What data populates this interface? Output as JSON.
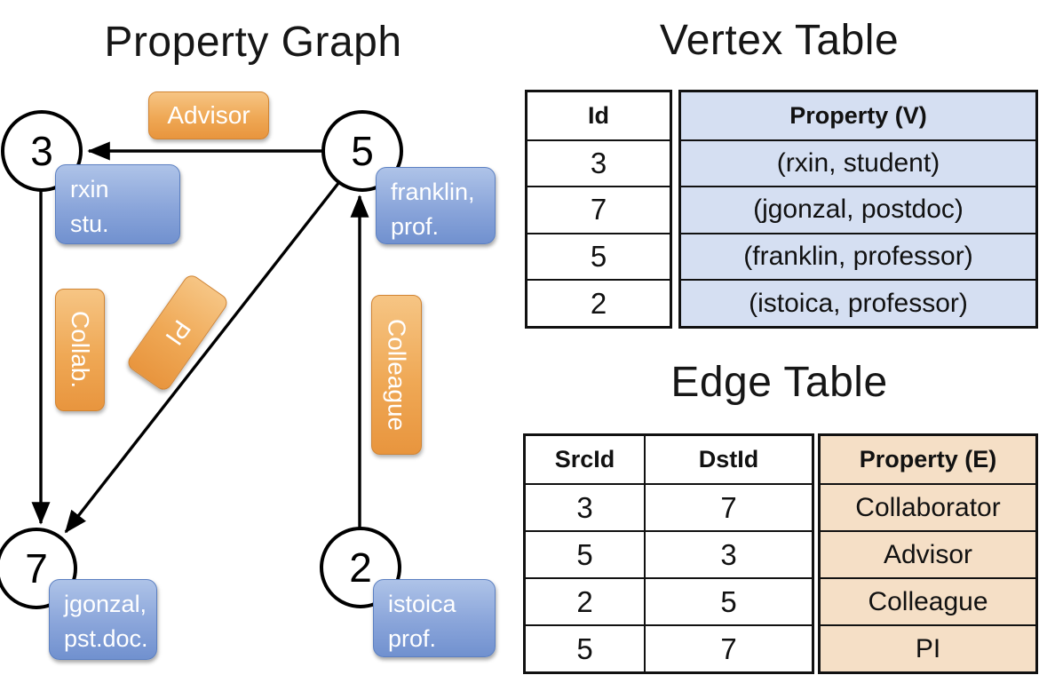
{
  "graph": {
    "title": "Property Graph",
    "nodes": [
      {
        "id": "3",
        "box_line1": "rxin",
        "box_line2": "stu."
      },
      {
        "id": "5",
        "box_line1": "franklin,",
        "box_line2": "prof."
      },
      {
        "id": "7",
        "box_line1": "jgonzal,",
        "box_line2": "pst.doc."
      },
      {
        "id": "2",
        "box_line1": "istoica",
        "box_line2": "prof."
      }
    ],
    "edge_labels": {
      "advisor": "Advisor",
      "collab": "Collab.",
      "pi": "PI",
      "colleague": "Colleague"
    }
  },
  "vertex_table": {
    "title": "Vertex Table",
    "columns": {
      "id": "Id",
      "property": "Property (V)"
    },
    "rows": [
      {
        "id": "3",
        "property": "(rxin, student)"
      },
      {
        "id": "7",
        "property": "(jgonzal, postdoc)"
      },
      {
        "id": "5",
        "property": "(franklin, professor)"
      },
      {
        "id": "2",
        "property": "(istoica, professor)"
      }
    ]
  },
  "edge_table": {
    "title": "Edge Table",
    "columns": {
      "src": "SrcId",
      "dst": "DstId",
      "property": "Property (E)"
    },
    "rows": [
      {
        "src": "3",
        "dst": "7",
        "property": "Collaborator"
      },
      {
        "src": "5",
        "dst": "3",
        "property": "Advisor"
      },
      {
        "src": "2",
        "dst": "5",
        "property": "Colleague"
      },
      {
        "src": "5",
        "dst": "7",
        "property": "PI"
      }
    ]
  },
  "colors": {
    "vertex_property_fill": "#D5DFF2",
    "edge_property_fill": "#F5DFC6",
    "orange_label": "#EFA855",
    "blue_box": "#8AA5DA"
  }
}
